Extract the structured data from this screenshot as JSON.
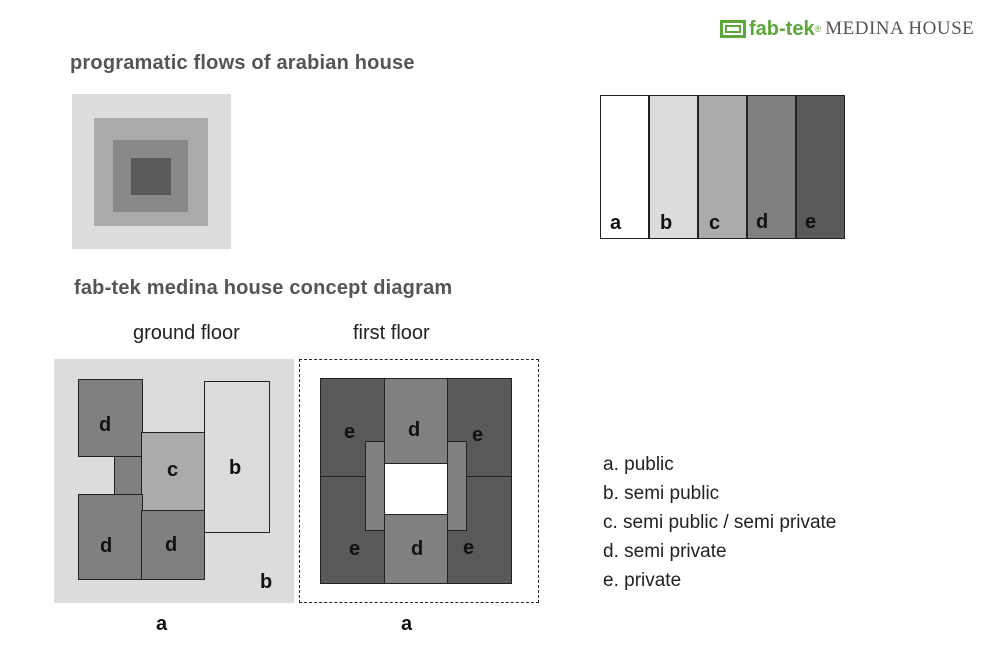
{
  "logo": {
    "brand": "fab-tek",
    "reg": "®",
    "product": "MEDINA HOUSE"
  },
  "headings": {
    "flows": "programatic flows of arabian house",
    "concept": "fab-tek medina house concept diagram"
  },
  "floors": {
    "ground": "ground floor",
    "first": "first floor"
  },
  "colors": {
    "a": "#ffffff",
    "b": "#dcdcdc",
    "c": "#ababab",
    "d": "#808080",
    "e": "#595959",
    "brand_green": "#5ba83a"
  },
  "strip": [
    "a",
    "b",
    "c",
    "d",
    "e"
  ],
  "ground_labels": {
    "d1": "d",
    "c": "c",
    "b": "b",
    "d2": "d",
    "d3": "d",
    "b_bottom": "b",
    "a_bottom": "a"
  },
  "first_labels": {
    "e1": "e",
    "d1": "d",
    "e2": "e",
    "e3": "e",
    "d2": "d",
    "e4": "e",
    "a_bottom": "a"
  },
  "legend": [
    "a. public",
    "b. semi public",
    "c. semi public / semi private",
    "d. semi private",
    "e. private"
  ]
}
